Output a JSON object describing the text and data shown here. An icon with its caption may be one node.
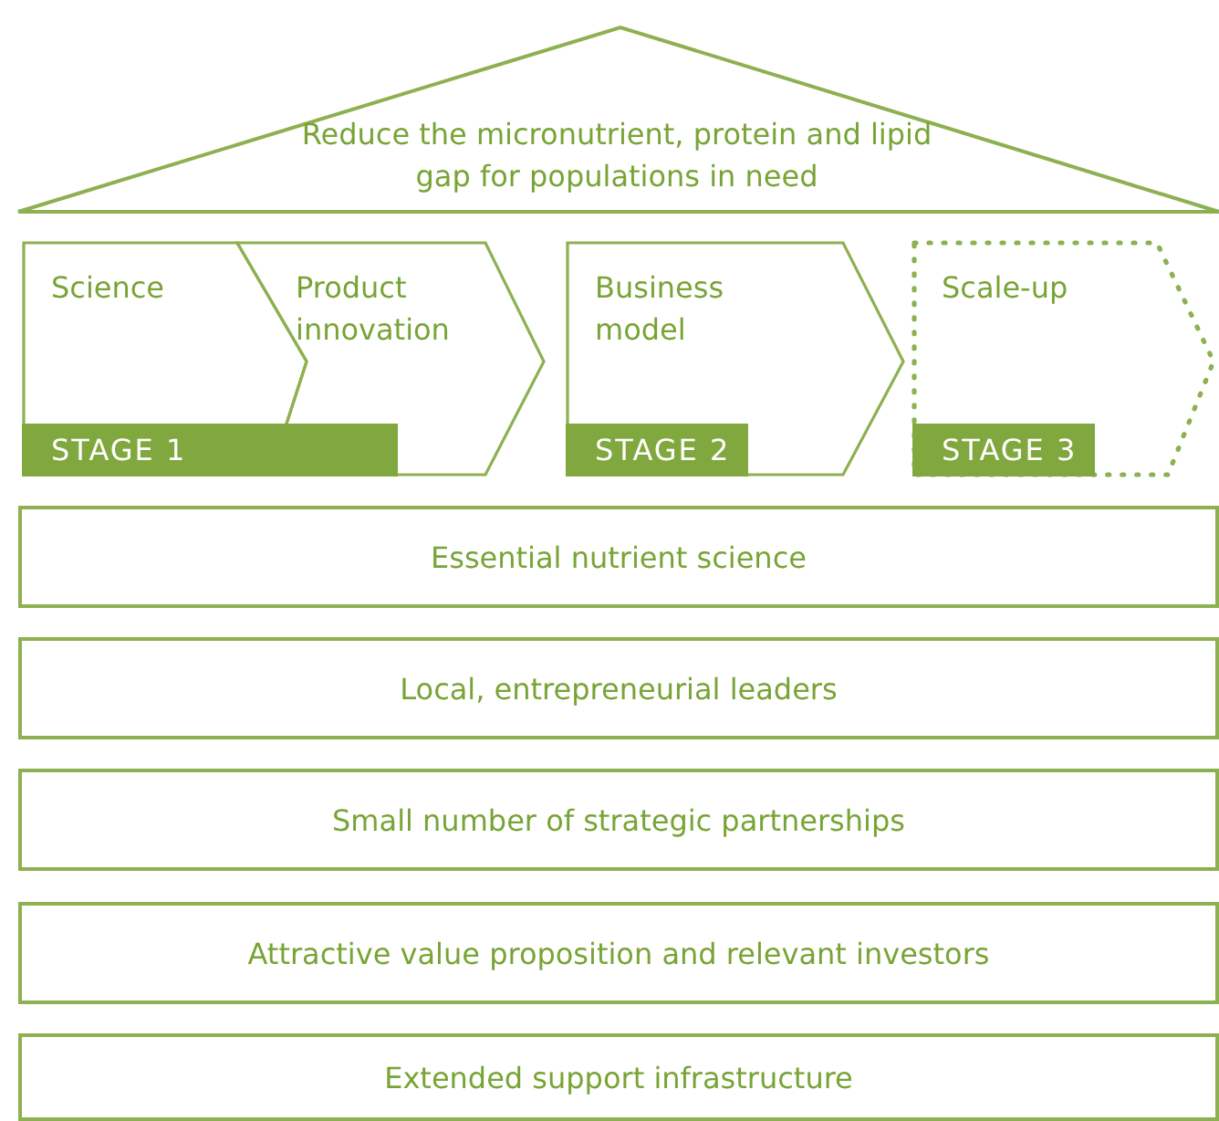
{
  "diagram": {
    "nodes": [
      {
        "text": [
          "Reduce the micronutrient, protein and lipid gap for populations in need"
        ]
      },
      {
        "text": [
          "Science"
        ]
      },
      {
        "text": [
          "Product innovation"
        ]
      },
      {
        "text": [
          "STAGE 1"
        ]
      },
      {
        "text": [
          "Business model"
        ]
      },
      {
        "text": [
          "STAGE 2"
        ],
        "in": 4
      },
      {
        "text": [
          "Scale-up"
        ]
      },
      {
        "text": [
          "STAGE 3"
        ],
        "in": 6
      },
      {
        "text": [
          "Essential nutrient science"
        ]
      },
      {
        "text": [
          "Local, entrepreneurial leaders"
        ]
      },
      {
        "text": [
          "Small number of strategic partnerships"
        ]
      },
      {
        "text": [
          "Attractive value proposition and relevant investors"
        ]
      },
      {
        "text": [
          "Extended support infrastructure"
        ]
      }
    ],
    "edges": []
  }
}
